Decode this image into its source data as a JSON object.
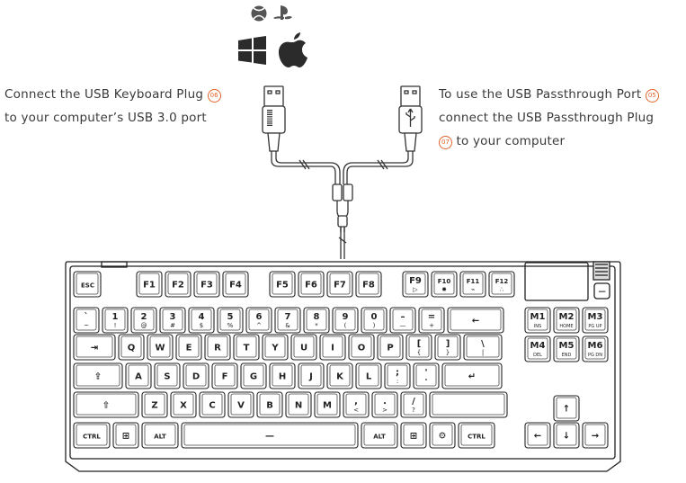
{
  "platform_icons": [
    "xbox-icon",
    "playstation-icon",
    "windows-icon",
    "apple-icon"
  ],
  "left_note": {
    "line1": "Connect the USB Keyboard Plug",
    "badge": "06",
    "line2": "to your computer’s USB 3.0 port"
  },
  "right_note": {
    "line1": "To use the USB Passthrough Port",
    "badge1": "05",
    "line2": "connect the USB Passthrough Plug",
    "badge2": "07",
    "line3": "to your computer"
  },
  "accent_color": "#e2632a",
  "keyboard": {
    "fn_row": [
      {
        "t": "ESC"
      },
      {
        "t": "F1"
      },
      {
        "t": "F2"
      },
      {
        "t": "F3"
      },
      {
        "t": "F4"
      },
      {
        "t": "F5"
      },
      {
        "t": "F6"
      },
      {
        "t": "F7"
      },
      {
        "t": "F8"
      },
      {
        "t": "F9",
        "s": "▷"
      },
      {
        "t": "F10",
        "s": "✸"
      },
      {
        "t": "F11",
        "s": "⌁"
      },
      {
        "t": "F12",
        "s": "∴"
      }
    ],
    "num_row": [
      {
        "t": "`",
        "s": "~"
      },
      {
        "t": "1",
        "s": "!"
      },
      {
        "t": "2",
        "s": "@"
      },
      {
        "t": "3",
        "s": "#"
      },
      {
        "t": "4",
        "s": "$"
      },
      {
        "t": "5",
        "s": "%"
      },
      {
        "t": "6",
        "s": "^"
      },
      {
        "t": "7",
        "s": "&"
      },
      {
        "t": "8",
        "s": "*"
      },
      {
        "t": "9",
        "s": "("
      },
      {
        "t": "0",
        "s": ")"
      },
      {
        "t": "–",
        "s": "—"
      },
      {
        "t": "=",
        "s": "+"
      },
      {
        "t": "←"
      }
    ],
    "q_row": [
      {
        "t": "⇥"
      },
      {
        "t": "Q"
      },
      {
        "t": "W"
      },
      {
        "t": "E"
      },
      {
        "t": "R"
      },
      {
        "t": "T"
      },
      {
        "t": "Y"
      },
      {
        "t": "U"
      },
      {
        "t": "I"
      },
      {
        "t": "O"
      },
      {
        "t": "P"
      },
      {
        "t": "[",
        "s": "{"
      },
      {
        "t": "]",
        "s": "}"
      },
      {
        "t": "\\",
        "s": "|"
      }
    ],
    "a_row": [
      {
        "t": "⇪"
      },
      {
        "t": "A"
      },
      {
        "t": "S"
      },
      {
        "t": "D"
      },
      {
        "t": "F"
      },
      {
        "t": "G"
      },
      {
        "t": "H"
      },
      {
        "t": "J"
      },
      {
        "t": "K"
      },
      {
        "t": "L"
      },
      {
        "t": ";",
        "s": ":"
      },
      {
        "t": "'",
        "s": "\""
      },
      {
        "t": "↵"
      }
    ],
    "z_row": [
      {
        "t": "⇧"
      },
      {
        "t": "Z"
      },
      {
        "t": "X"
      },
      {
        "t": "C"
      },
      {
        "t": "V"
      },
      {
        "t": "B"
      },
      {
        "t": "N"
      },
      {
        "t": "M"
      },
      {
        "t": ",",
        "s": "<"
      },
      {
        "t": ".",
        "s": ">"
      },
      {
        "t": "/",
        "s": "?"
      },
      {
        "t": ""
      }
    ],
    "bottom_row": [
      {
        "t": "CTRL"
      },
      {
        "t": "⊞"
      },
      {
        "t": "ALT"
      },
      {
        "t": "—"
      },
      {
        "t": "ALT"
      },
      {
        "t": "⊞"
      },
      {
        "t": "⚙"
      },
      {
        "t": "CTRL"
      }
    ],
    "nav_keys": [
      {
        "t": "M1",
        "s": "INS"
      },
      {
        "t": "M2",
        "s": "HOME"
      },
      {
        "t": "M3",
        "s": "PG UP"
      },
      {
        "t": "M4",
        "s": "DEL"
      },
      {
        "t": "M5",
        "s": "END"
      },
      {
        "t": "M6",
        "s": "PG DN"
      }
    ],
    "arrows": [
      {
        "t": "↑"
      },
      {
        "t": "←"
      },
      {
        "t": "↓"
      },
      {
        "t": "→"
      }
    ],
    "media_button": "−"
  }
}
